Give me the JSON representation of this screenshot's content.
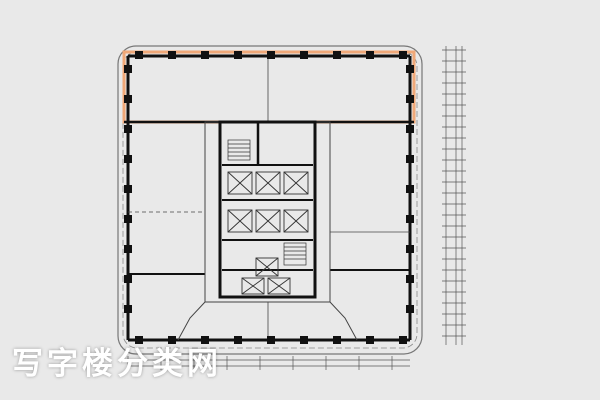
{
  "image": {
    "kind": "office floor plan photo",
    "watermark_text": "写字楼分类网"
  },
  "colors": {
    "paper": "#e9e9e9",
    "wall": "#111111",
    "thin_line": "#444444",
    "highlight": "#f0a878",
    "dim_line": "#555555"
  },
  "icons": [
    "building-outline",
    "core-elevators",
    "columns",
    "dimension-ruler"
  ]
}
